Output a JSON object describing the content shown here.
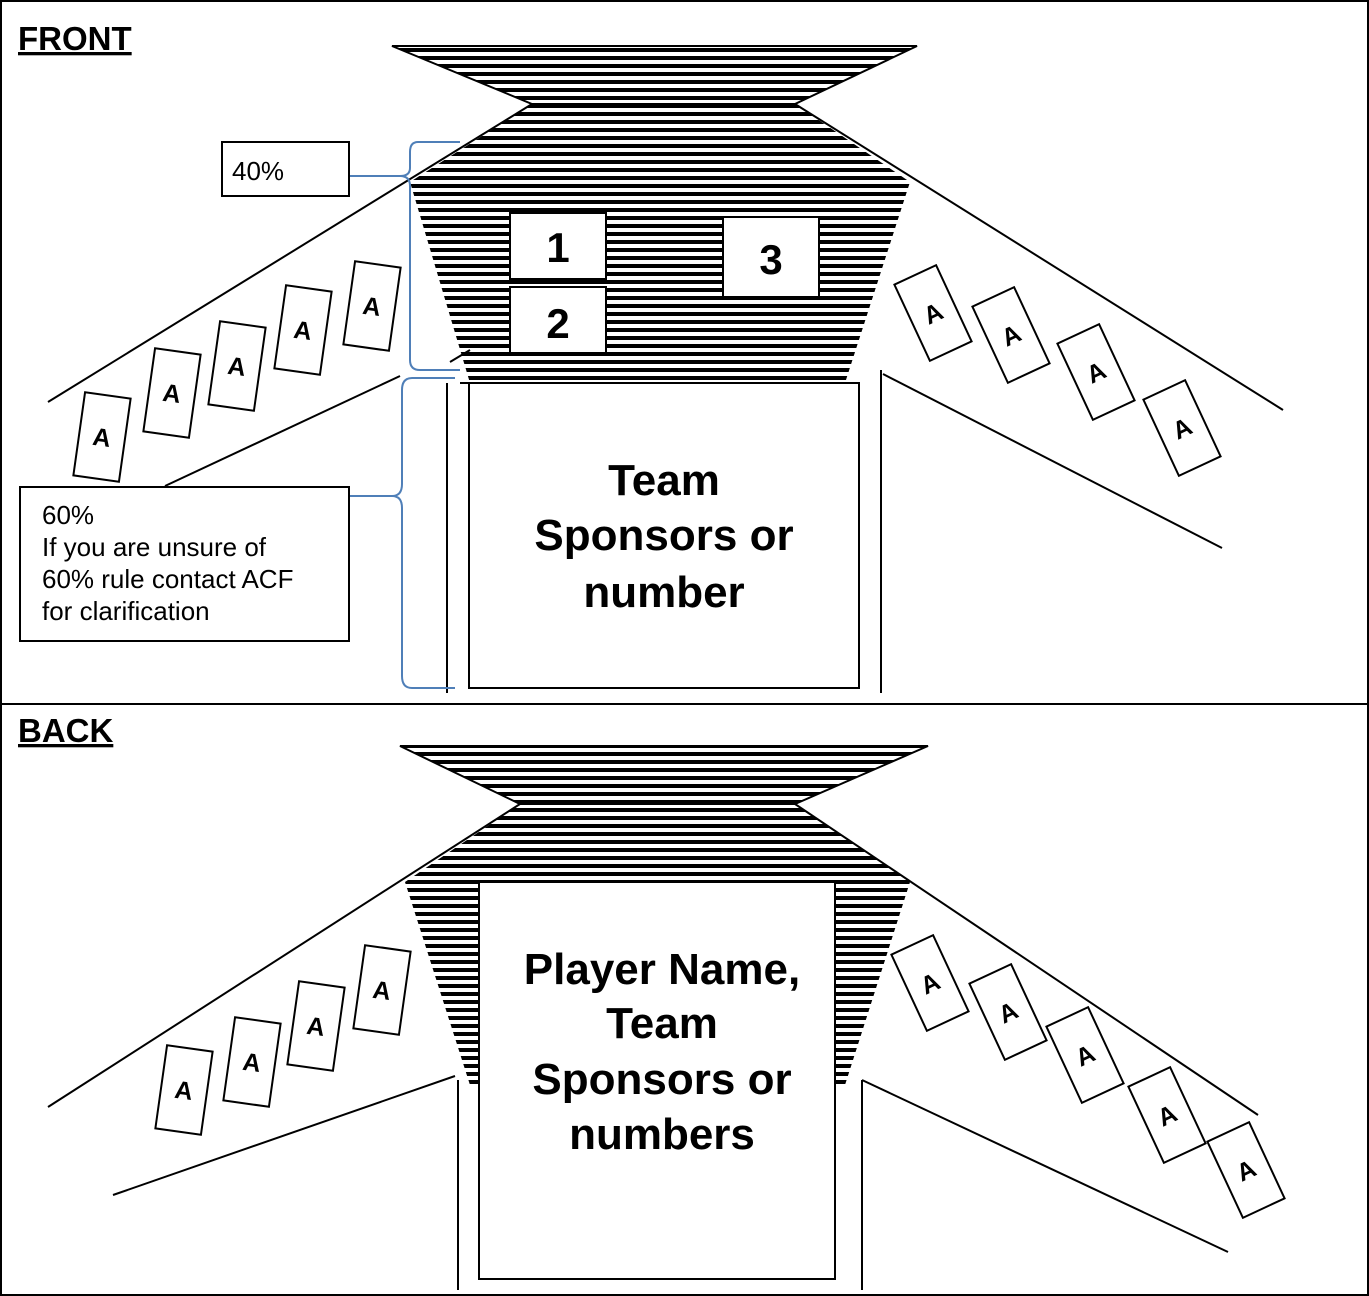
{
  "front": {
    "heading": "FRONT",
    "percent_40": "40%",
    "percent_60_note": [
      "60%",
      "If you are unsure of",
      "60% rule contact ACF",
      "for clarification"
    ],
    "logo_zones": [
      "1",
      "2",
      "3"
    ],
    "center_panel": [
      "Team",
      "Sponsors or",
      "number"
    ],
    "sleeve_badge": "A",
    "left_sleeve_badge_count": 5,
    "right_sleeve_badge_count": 4
  },
  "back": {
    "heading": "BACK",
    "center_panel": [
      "Player Name,",
      "Team",
      "Sponsors or",
      "numbers"
    ],
    "sleeve_badge": "A",
    "left_sleeve_badge_count": 4,
    "right_sleeve_badge_count": 5
  },
  "colors": {
    "bracket": "#4f7fb8",
    "stroke": "#000000",
    "background": "#ffffff"
  }
}
